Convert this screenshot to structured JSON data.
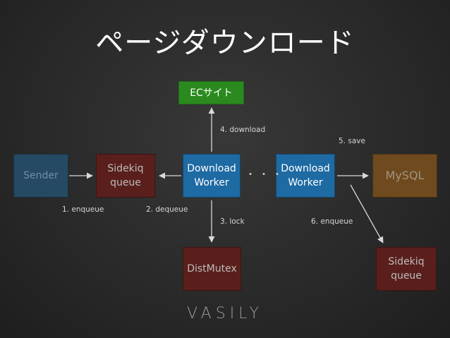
{
  "title": "ページダウンロード",
  "nodes": {
    "ec_site": "ECサイト",
    "sender": "Sender",
    "sidekiq_queue_1": "Sidekiq\nqueue",
    "download_worker_1": "Download\nWorker",
    "download_worker_2": "Download\nWorker",
    "mysql": "MySQL",
    "dist_mutex": "DistMutex",
    "sidekiq_queue_2": "Sidekiq\nqueue"
  },
  "edges": {
    "enqueue": "1. enqueue",
    "dequeue": "2. dequeue",
    "lock": "3. lock",
    "download": "4. download",
    "save": "5. save",
    "enqueue2": "6. enqueue"
  },
  "ellipsis": "・・・",
  "logo": "VASILY",
  "colors": {
    "ec": "#2a8a1f",
    "worker": "#1e6aa3",
    "queue": "#5a1f1c",
    "sender": "#264a63",
    "mysql": "#6e4a1e"
  }
}
